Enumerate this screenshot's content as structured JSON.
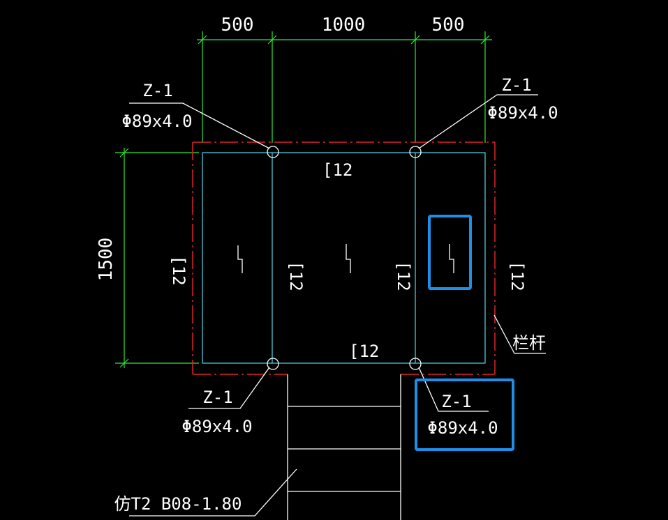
{
  "dimensions": {
    "top": [
      "500",
      "1000",
      "500"
    ],
    "left": "1500"
  },
  "columns": {
    "top_left": {
      "name": "Z-1",
      "spec": "Φ89x4.0"
    },
    "top_right": {
      "name": "Z-1",
      "spec": "Φ89x4.0"
    },
    "bottom_left": {
      "name": "Z-1",
      "spec": "Φ89x4.0"
    },
    "bottom_right": {
      "name": "Z-1",
      "spec": "Φ89x4.0"
    }
  },
  "beams": {
    "top": "[12",
    "bottom": "[12",
    "left": "[12",
    "mid_left": "[12",
    "mid_right": "[12",
    "right": "[12"
  },
  "railing_label": "栏杆",
  "stair_label": "仿T2 B08-1.80",
  "colors": {
    "background": "#000000",
    "grid": "#4fd8e8",
    "dimension": "#2ee83a",
    "railing": "#e0242a",
    "highlight": "#1e8fe8"
  }
}
